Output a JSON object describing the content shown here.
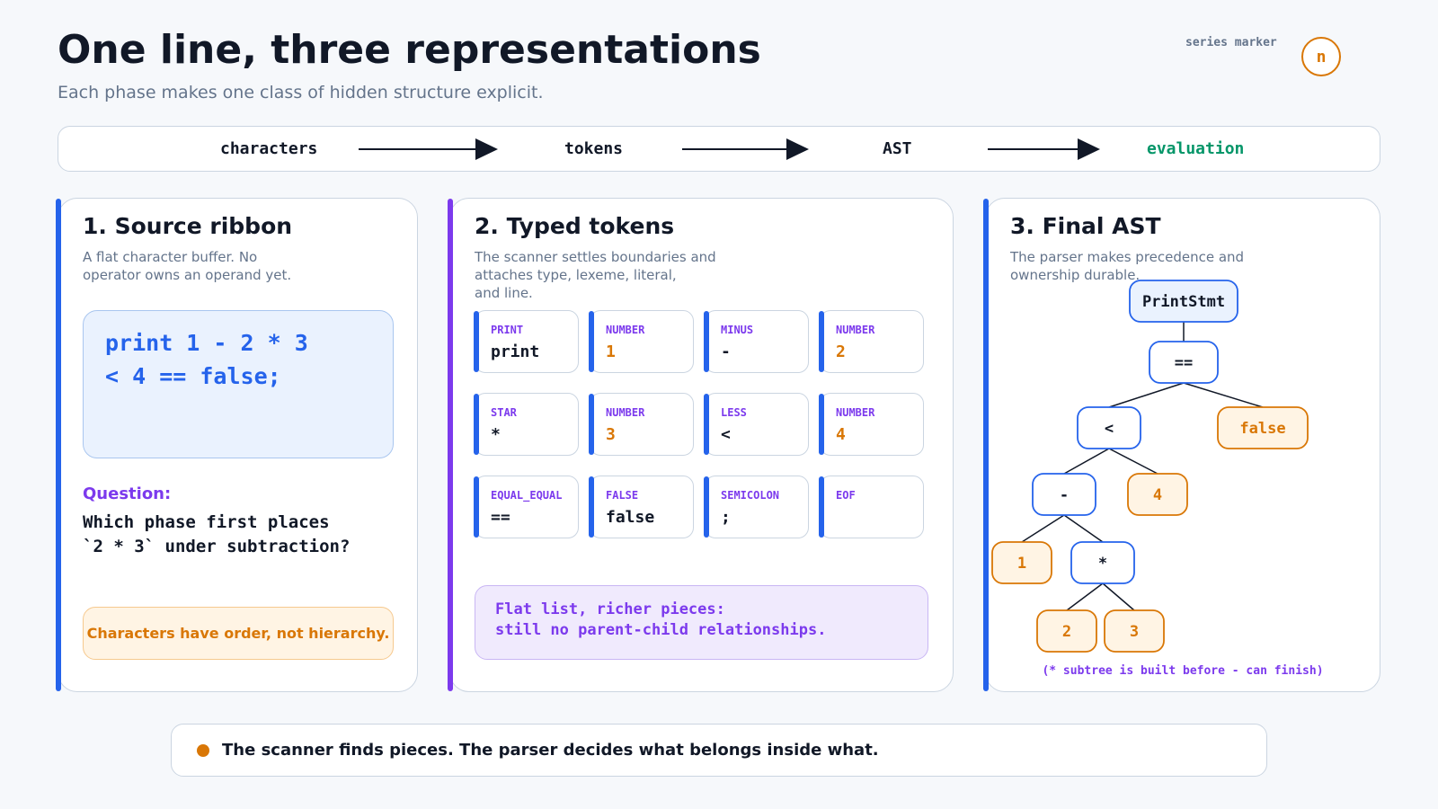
{
  "header": {
    "title": "One line, three representations",
    "subtitle": "Each phase makes one class of hidden structure explicit.",
    "series_label": "series marker",
    "series_badge": "n"
  },
  "pipeline": {
    "stages": [
      {
        "label": "characters",
        "color": "#2563eb"
      },
      {
        "label": "tokens",
        "color": "#2563eb"
      },
      {
        "label": "AST",
        "color": "#2563eb"
      },
      {
        "label": "evaluation",
        "color": "#059669"
      }
    ],
    "arrow_icon": "arrow-right-icon"
  },
  "panel1": {
    "title": "1. Source ribbon",
    "desc": [
      "A flat character buffer. No",
      "operator owns an operand yet."
    ],
    "source_lines": [
      "print 1 - 2 * 3",
      "< 4 == false;"
    ],
    "question_label": "Question:",
    "question_lines": [
      "Which phase first places",
      "`2 * 3` under subtraction?"
    ],
    "note": "Characters have order, not hierarchy."
  },
  "panel2": {
    "title": "2. Typed tokens",
    "desc": [
      "The scanner settles boundaries and",
      "attaches type, lexeme, literal,",
      "and line."
    ],
    "tokens": [
      {
        "type": "PRINT",
        "lexeme": "print",
        "kind": "keyword"
      },
      {
        "type": "NUMBER",
        "lexeme": "1",
        "kind": "literal"
      },
      {
        "type": "MINUS",
        "lexeme": "-",
        "kind": "operator"
      },
      {
        "type": "NUMBER",
        "lexeme": "2",
        "kind": "literal"
      },
      {
        "type": "STAR",
        "lexeme": "*",
        "kind": "operator"
      },
      {
        "type": "NUMBER",
        "lexeme": "3",
        "kind": "literal"
      },
      {
        "type": "LESS",
        "lexeme": "<",
        "kind": "operator"
      },
      {
        "type": "NUMBER",
        "lexeme": "4",
        "kind": "literal"
      },
      {
        "type": "EQUAL_EQUAL",
        "lexeme": "==",
        "kind": "operator"
      },
      {
        "type": "FALSE",
        "lexeme": "false",
        "kind": "keyword"
      },
      {
        "type": "SEMICOLON",
        "lexeme": ";",
        "kind": "operator"
      },
      {
        "type": "EOF",
        "lexeme": "",
        "kind": "operator"
      }
    ],
    "flat_lines": [
      "Flat list, richer pieces:",
      "still no parent-child relationships."
    ]
  },
  "panel3": {
    "title": "3. Final AST",
    "desc": [
      "The parser makes precedence and",
      "ownership durable."
    ],
    "nodes": [
      {
        "id": "stmt",
        "label": "PrintStmt",
        "kind": "stmt"
      },
      {
        "id": "eq",
        "label": "==",
        "kind": "op",
        "parent": "stmt"
      },
      {
        "id": "lt",
        "label": "<",
        "kind": "op",
        "parent": "eq"
      },
      {
        "id": "f",
        "label": "false",
        "kind": "lit",
        "parent": "eq"
      },
      {
        "id": "minus",
        "label": "-",
        "kind": "op",
        "parent": "lt"
      },
      {
        "id": "four",
        "label": "4",
        "kind": "lit",
        "parent": "lt"
      },
      {
        "id": "one",
        "label": "1",
        "kind": "lit",
        "parent": "minus"
      },
      {
        "id": "star",
        "label": "*",
        "kind": "op",
        "parent": "minus"
      },
      {
        "id": "two",
        "label": "2",
        "kind": "lit",
        "parent": "star"
      },
      {
        "id": "three",
        "label": "3",
        "kind": "lit",
        "parent": "star"
      }
    ],
    "note": "(* subtree is built before - can finish)"
  },
  "takeaway": {
    "text": "The scanner finds pieces. The parser decides what belongs inside what."
  },
  "colors": {
    "blue": "#2563eb",
    "purple": "#7c3aed",
    "orange": "#d97706",
    "green": "#059669",
    "ink": "#111827"
  }
}
